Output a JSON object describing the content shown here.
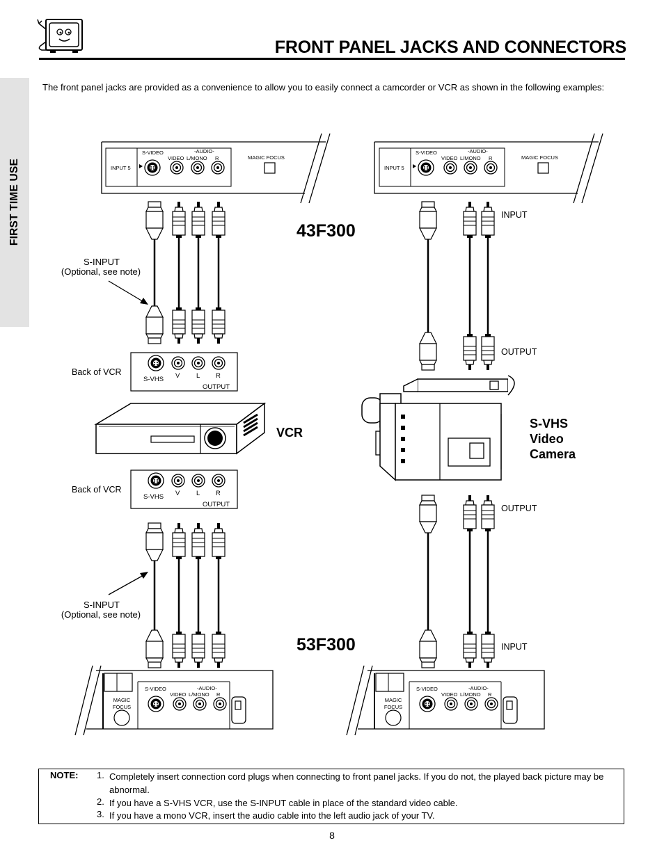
{
  "header": {
    "title": "FRONT PANEL JACKS AND CONNECTORS",
    "logo_icon": "tv-mascot-icon"
  },
  "side_tab": {
    "label": "FIRST TIME USE"
  },
  "intro": "The front panel jacks are provided as a convenience to allow you to easily connect a camcorder or VCR as shown in the following examples:",
  "diagram": {
    "panel_43": {
      "input_label": "INPUT 5",
      "svideo_label": "S-VIDEO",
      "audio_label": "-AUDIO-",
      "video_label": "VIDEO",
      "lmono_label": "L/MONO",
      "r_label": "R",
      "magic_focus": "MAGIC FOCUS"
    },
    "panel_53": {
      "magic": "MAGIC",
      "focus": "FOCUS",
      "svideo_label": "S-VIDEO",
      "audio_label": "-AUDIO-",
      "video_label": "VIDEO",
      "lmono_label": "L/MONO",
      "r_label": "R"
    },
    "model_43": "43F300",
    "model_53": "53F300",
    "vcr_label": "VCR",
    "camera_label": [
      "S-VHS",
      "Video",
      "Camera"
    ],
    "s_input": "S-INPUT",
    "s_input_note": "(Optional, see note)",
    "back_of_vcr": "Back of VCR",
    "vcr_jacks": {
      "svhs": "S-VHS",
      "v": "V",
      "l": "L",
      "r": "R",
      "output": "OUTPUT"
    },
    "input_label": "INPUT",
    "output_label": "OUTPUT"
  },
  "notes": {
    "label": "NOTE:",
    "items": [
      {
        "num": "1.",
        "text": "Completely insert connection cord plugs when connecting to front panel jacks.  If you do not, the played back picture may be abnormal."
      },
      {
        "num": "2.",
        "text": "If you have a S-VHS VCR, use the S-INPUT cable in place of the standard video cable."
      },
      {
        "num": "3.",
        "text": "If you have a mono VCR, insert the audio cable into the left audio jack of your TV."
      }
    ]
  },
  "page_number": "8"
}
